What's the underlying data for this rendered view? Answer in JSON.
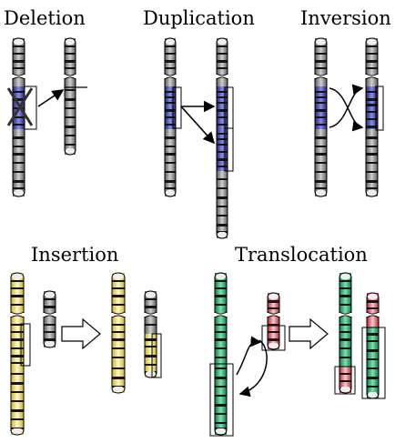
{
  "panels": {
    "deletion": {
      "title": "Deletion"
    },
    "duplication": {
      "title": "Duplication"
    },
    "inversion": {
      "title": "Inversion"
    },
    "insertion": {
      "title": "Insertion"
    },
    "translocation": {
      "title": "Translocation"
    }
  },
  "colors": {
    "gray": "#6e6e6e",
    "blue": "#2b2f8c",
    "yellow": "#e8d76a",
    "green": "#139a5a",
    "red": "#c0303c",
    "band": "#1a1a1a",
    "outline": "#000000"
  }
}
